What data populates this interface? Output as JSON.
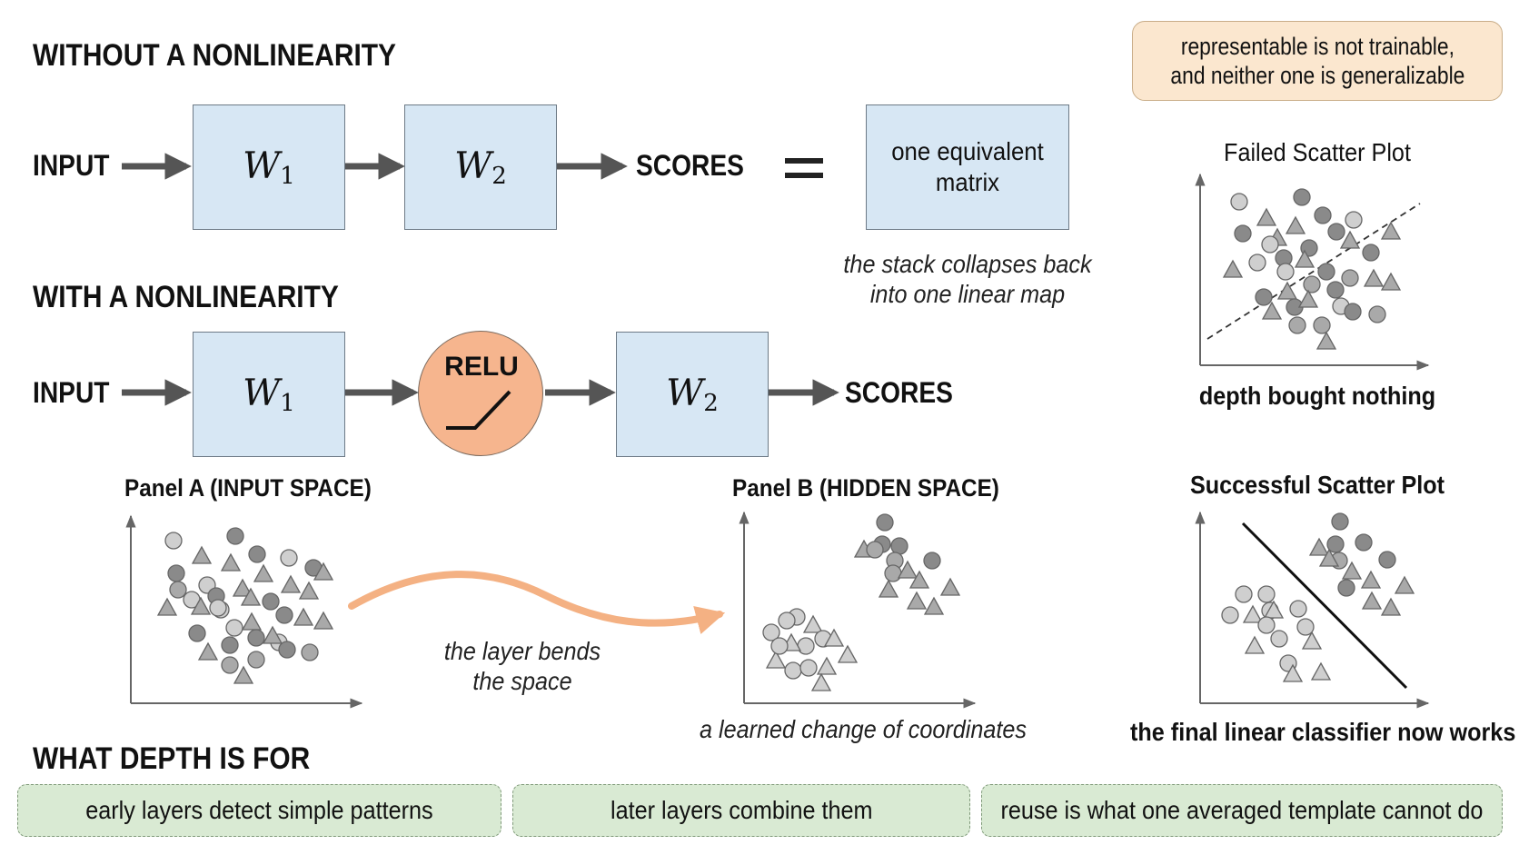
{
  "top": {
    "heading": "WITHOUT A NONLINEARITY",
    "input": "INPUT",
    "w1": "W",
    "w1_sub": "1",
    "w2": "W",
    "w2_sub": "2",
    "scores": "SCORES",
    "equals": "=",
    "equiv_box": "one equivalent matrix",
    "collapse_note_1": "the stack collapses back",
    "collapse_note_2": "into one linear map"
  },
  "middle": {
    "heading": "WITH A NONLINEARITY",
    "input": "INPUT",
    "w1": "W",
    "w1_sub": "1",
    "relu": "RELU",
    "w2": "W",
    "w2_sub": "2",
    "scores": "SCORES"
  },
  "callout": {
    "line1": "representable is not trainable,",
    "line2": "and neither one is generalizable"
  },
  "failed_plot": {
    "title": "Failed Scatter Plot",
    "caption": "depth bought nothing"
  },
  "successful_plot": {
    "title": "Successful Scatter Plot",
    "caption": "the final linear classifier now works"
  },
  "panel_a": {
    "title": "Panel A (INPUT SPACE)"
  },
  "bend_note": {
    "line1": "the layer bends",
    "line2": "the space"
  },
  "panel_b": {
    "title": "Panel B (HIDDEN SPACE)",
    "caption": "a learned change of coordinates"
  },
  "depth": {
    "heading": "WHAT DEPTH IS FOR",
    "items": [
      "early layers detect simple patterns",
      "later layers combine them",
      "reuse is what one averaged template cannot do"
    ]
  },
  "colors": {
    "box_fill": "#d7e7f4",
    "relu_fill": "#f6b58e",
    "arrow": "#555555",
    "bend_arrow": "#f4b183",
    "callout_fill": "#fbe7cf",
    "green_fill": "#d9ead3"
  },
  "icons": {
    "flow_arrow": "right-arrow-icon",
    "relu_curve": "relu-curve-icon",
    "class_a_marker": "circle-marker",
    "class_b_marker": "triangle-marker"
  }
}
